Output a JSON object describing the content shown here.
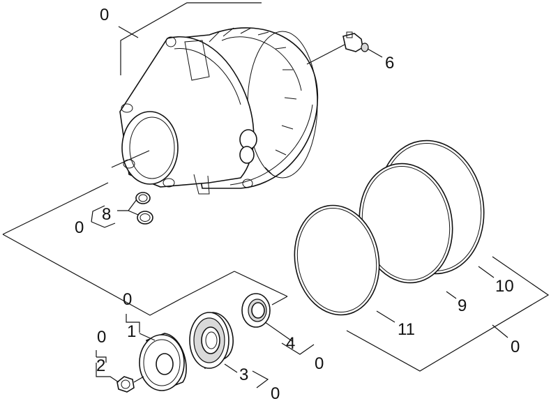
{
  "callouts": {
    "housing_assembly": "0",
    "part_6": "6",
    "part_8": "8",
    "part_8_assembly": "0",
    "part_1_assembly": "0",
    "part_1": "1",
    "part_2_assembly": "0",
    "part_2": "2",
    "part_3": "3",
    "part_3_assembly": "0",
    "part_4": "4",
    "part_4_assembly": "0",
    "part_9": "9",
    "part_10": "10",
    "part_11": "11",
    "seal_assembly": "0"
  }
}
